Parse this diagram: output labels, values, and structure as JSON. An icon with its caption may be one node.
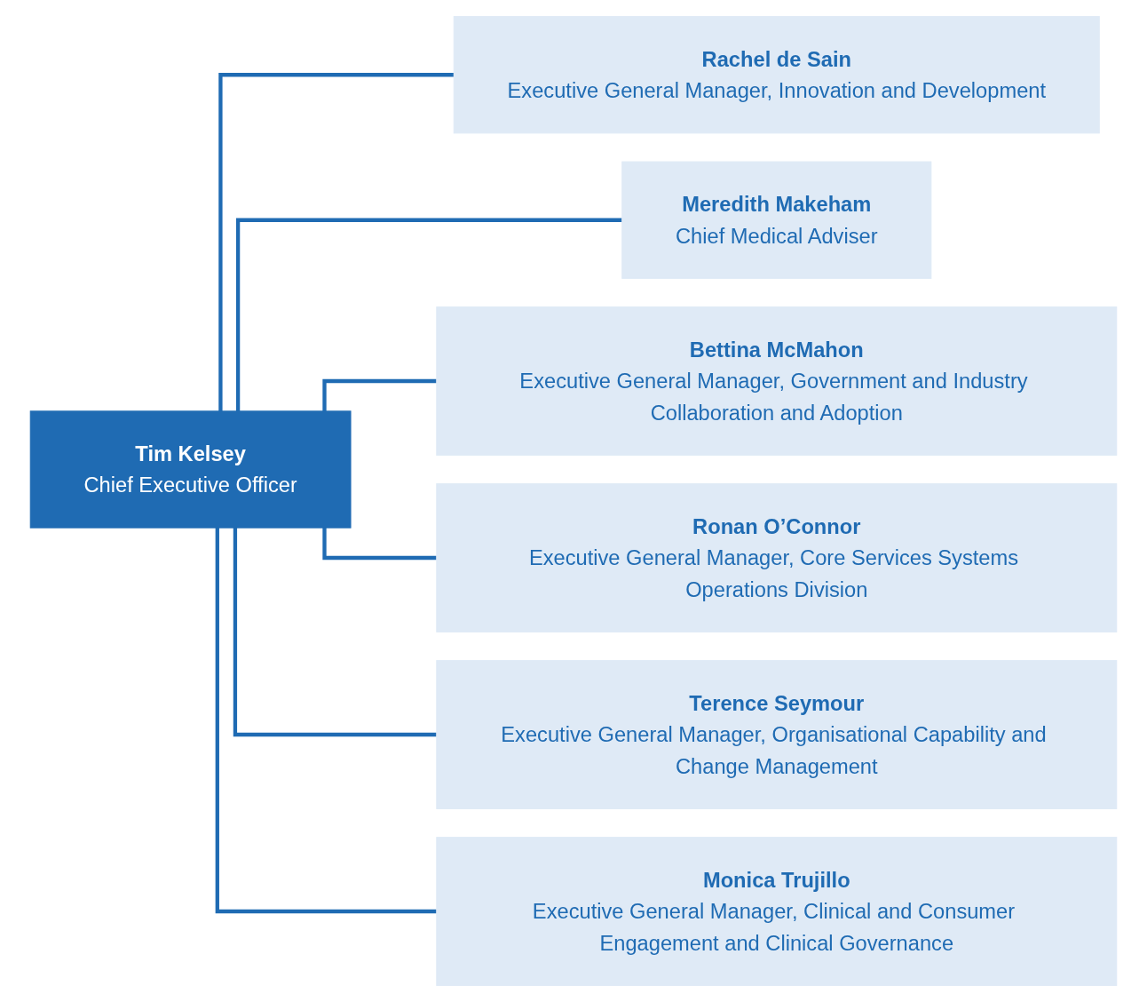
{
  "diagram": {
    "nodes": [
      {
        "text": [
          "Tim Kelsey",
          "Chief Executive Officer"
        ]
      },
      {
        "text": [
          "Rachel de Sain",
          "Executive General Manager, Innovation and Development"
        ]
      },
      {
        "text": [
          "Meredith Makeham",
          "Chief Medical Adviser"
        ]
      },
      {
        "text": [
          "Bettina McMahon",
          "Executive General Manager, Government and Industry Collaboration and Adoption"
        ]
      },
      {
        "text": [
          "Ronan O’Connor",
          "Executive General Manager, Core Services Systems Operations Division"
        ]
      },
      {
        "text": [
          "Terence Seymour",
          "Executive General Manager, Organisational Capability and Change Management"
        ]
      },
      {
        "text": [
          "Monica Trujillo",
          "Executive General Manager, Clinical and Consumer Engagement and Clinical Governance"
        ]
      }
    ],
    "edges": [
      {
        "from": 0,
        "to": 1,
        "arrow": "none"
      },
      {
        "from": 0,
        "to": 2,
        "arrow": "none"
      },
      {
        "from": 0,
        "to": 3,
        "arrow": "none"
      },
      {
        "from": 0,
        "to": 4,
        "arrow": "none"
      },
      {
        "from": 0,
        "to": 5,
        "arrow": "none"
      },
      {
        "from": 0,
        "to": 6,
        "arrow": "none"
      }
    ]
  }
}
